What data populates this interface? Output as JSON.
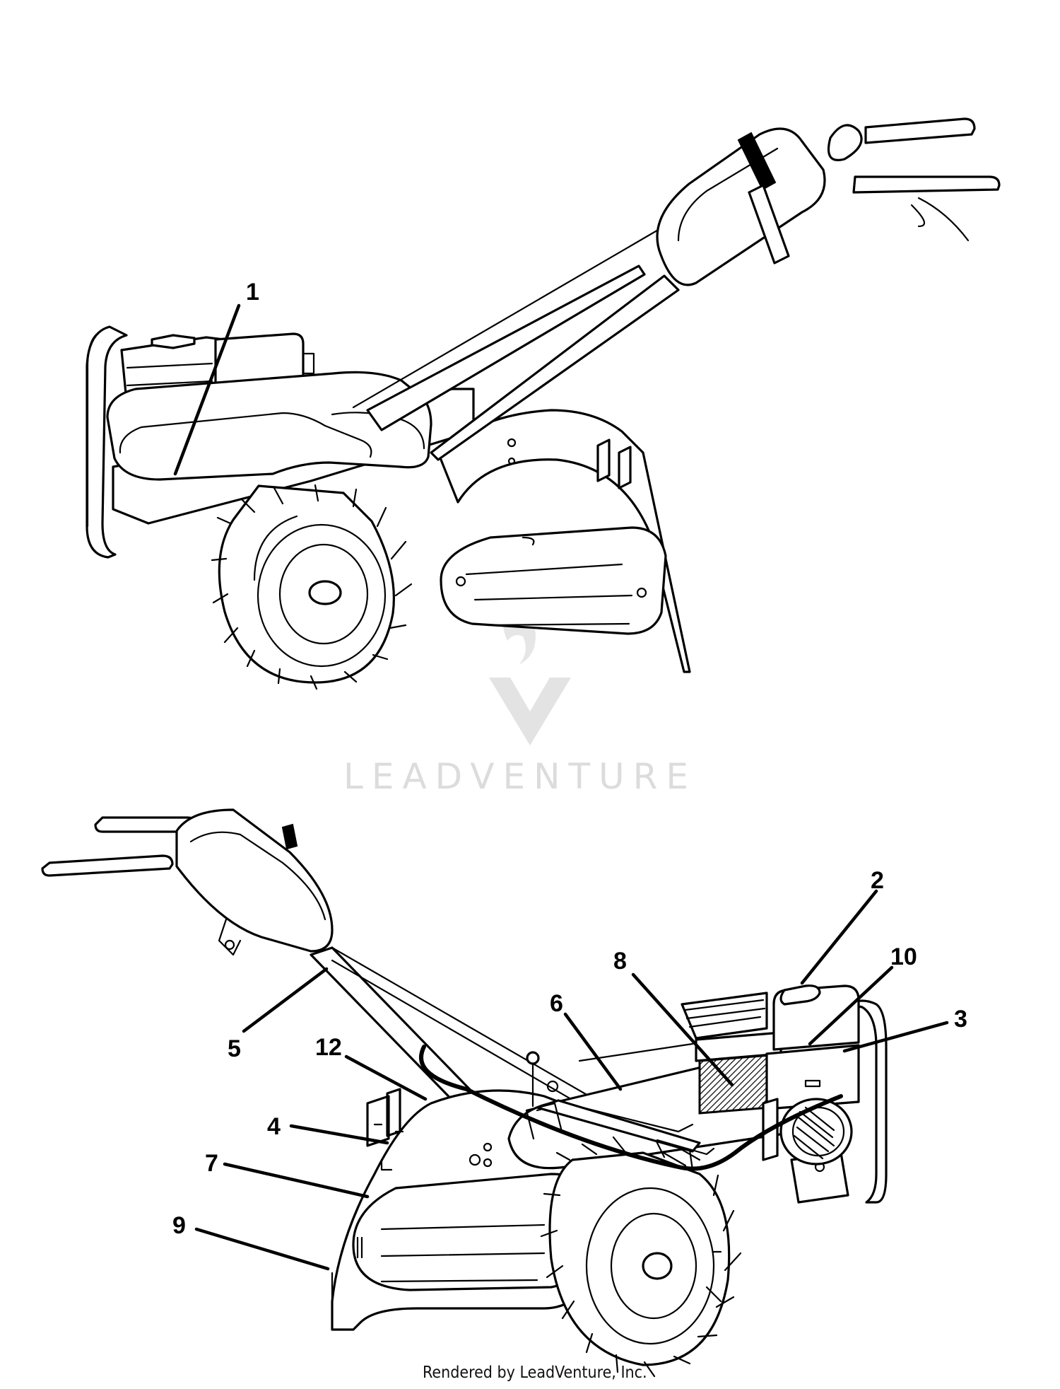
{
  "callouts": [
    "1",
    "2",
    "3",
    "4",
    "5",
    "6",
    "7",
    "8",
    "9",
    "10",
    "12"
  ],
  "watermark": {
    "brand": "LEADVENTURE"
  },
  "footer": {
    "credit": "Rendered by LeadVenture, Inc."
  }
}
